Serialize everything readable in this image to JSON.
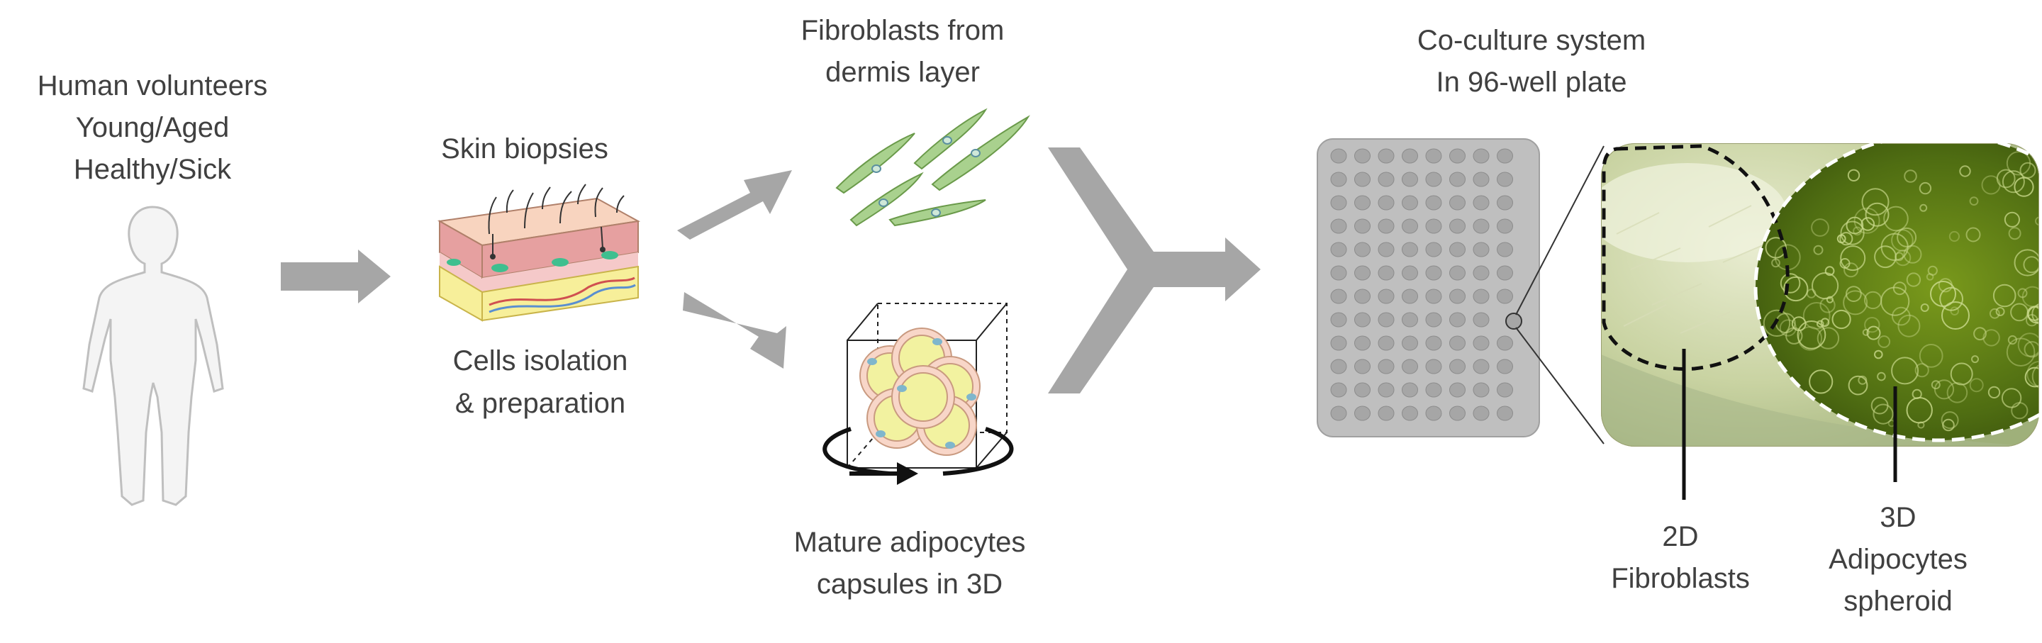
{
  "volunteers": {
    "line1": "Human volunteers",
    "line2": "Young/Aged",
    "line3": "Healthy/Sick"
  },
  "biopsies": {
    "title": "Skin biopsies",
    "line1": "Cells isolation",
    "line2": "& preparation"
  },
  "fibroblasts": {
    "line1": "Fibroblasts from",
    "line2": "dermis layer"
  },
  "adipocytes": {
    "line1": "Mature adipocytes",
    "line2": "capsules in 3D"
  },
  "coculture": {
    "line1": "Co-culture system",
    "line2": "In 96-well plate"
  },
  "micro_2d": {
    "line1": "2D",
    "line2": "Fibroblasts"
  },
  "micro_3d": {
    "line1": "3D",
    "line2": "Adipocytes",
    "line3": "spheroid"
  },
  "colors": {
    "arrow": "#a6a6a6",
    "plate": "#bfbfbf",
    "well": "#a6a6a6",
    "fibroblast": "#a9d18e",
    "adipocyte": "#f2f2a0"
  }
}
